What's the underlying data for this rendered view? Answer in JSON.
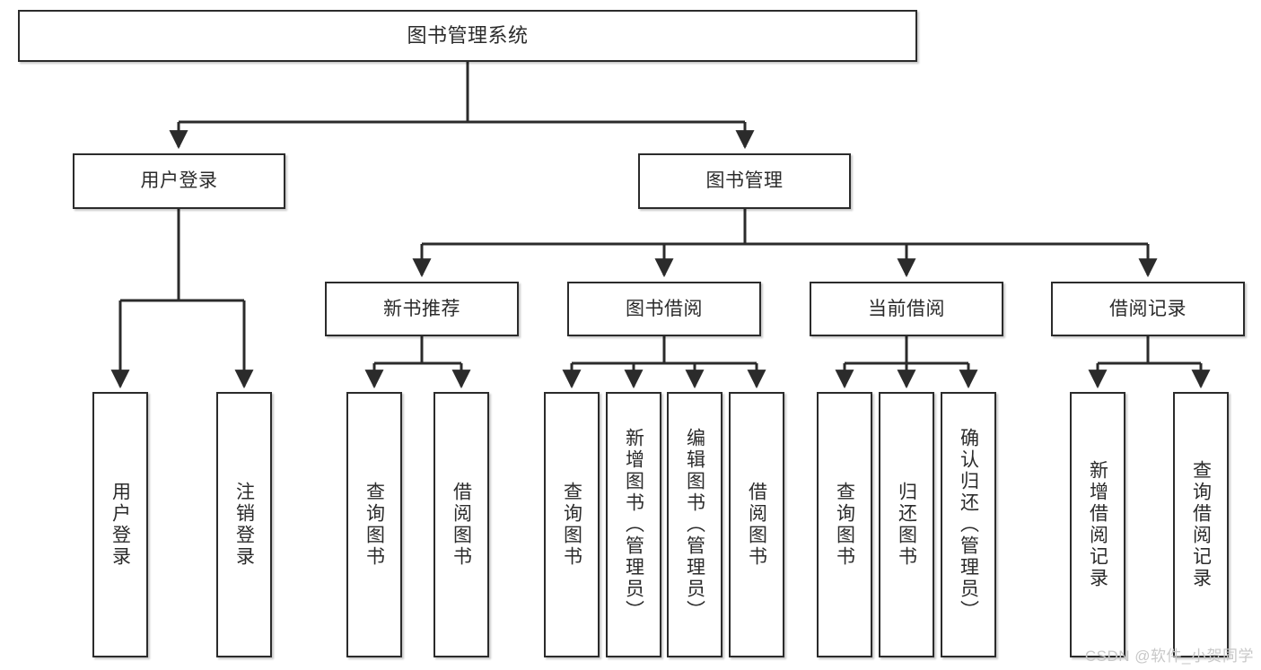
{
  "diagram": {
    "type": "tree-hierarchy",
    "title": "图书管理系统",
    "watermark": "CSDN @软件_小贺同学",
    "colors": {
      "box_border": "#2b2b2b",
      "box_fill": "#ffffff",
      "edge": "#2b2b2b",
      "text": "#2b2b2b",
      "watermark": "#c8c8c8",
      "background": "#ffffff"
    },
    "nodes": {
      "root": {
        "label": "图书管理系统",
        "level": 1,
        "orientation": "horizontal"
      },
      "user_login": {
        "label": "用户登录",
        "level": 2,
        "orientation": "horizontal"
      },
      "book_manage": {
        "label": "图书管理",
        "level": 2,
        "orientation": "horizontal"
      },
      "new_book_rec": {
        "label": "新书推荐",
        "level": 3,
        "orientation": "horizontal"
      },
      "book_borrow": {
        "label": "图书借阅",
        "level": 3,
        "orientation": "horizontal"
      },
      "current_borrow": {
        "label": "当前借阅",
        "level": 3,
        "orientation": "horizontal"
      },
      "borrow_record": {
        "label": "借阅记录",
        "level": 3,
        "orientation": "horizontal"
      },
      "leaf_user_login": {
        "label": "用户登录",
        "level": 4,
        "orientation": "vertical"
      },
      "leaf_logout": {
        "label": "注销登录",
        "level": 4,
        "orientation": "vertical"
      },
      "leaf_query_book_a": {
        "label": "查询图书",
        "level": 4,
        "orientation": "vertical"
      },
      "leaf_borrow_book_a": {
        "label": "借阅图书",
        "level": 4,
        "orientation": "vertical"
      },
      "leaf_query_book_b": {
        "label": "查询图书",
        "level": 4,
        "orientation": "vertical"
      },
      "leaf_add_book": {
        "label": "新增图书（管理员）",
        "level": 4,
        "orientation": "vertical"
      },
      "leaf_edit_book": {
        "label": "编辑图书（管理员）",
        "level": 4,
        "orientation": "vertical"
      },
      "leaf_borrow_book_b": {
        "label": "借阅图书",
        "level": 4,
        "orientation": "vertical"
      },
      "leaf_query_book_c": {
        "label": "查询图书",
        "level": 4,
        "orientation": "vertical"
      },
      "leaf_return_book": {
        "label": "归还图书",
        "level": 4,
        "orientation": "vertical"
      },
      "leaf_confirm_return": {
        "label": "确认归还（管理员）",
        "level": 4,
        "orientation": "vertical"
      },
      "leaf_add_record": {
        "label": "新增借阅记录",
        "level": 4,
        "orientation": "vertical"
      },
      "leaf_query_record": {
        "label": "查询借阅记录",
        "level": 4,
        "orientation": "vertical"
      }
    },
    "edges": [
      {
        "from": "root",
        "to": "user_login"
      },
      {
        "from": "root",
        "to": "book_manage"
      },
      {
        "from": "user_login",
        "to": "leaf_user_login"
      },
      {
        "from": "user_login",
        "to": "leaf_logout"
      },
      {
        "from": "book_manage",
        "to": "new_book_rec"
      },
      {
        "from": "book_manage",
        "to": "book_borrow"
      },
      {
        "from": "book_manage",
        "to": "current_borrow"
      },
      {
        "from": "book_manage",
        "to": "borrow_record"
      },
      {
        "from": "new_book_rec",
        "to": "leaf_query_book_a"
      },
      {
        "from": "new_book_rec",
        "to": "leaf_borrow_book_a"
      },
      {
        "from": "book_borrow",
        "to": "leaf_query_book_b"
      },
      {
        "from": "book_borrow",
        "to": "leaf_add_book"
      },
      {
        "from": "book_borrow",
        "to": "leaf_edit_book"
      },
      {
        "from": "book_borrow",
        "to": "leaf_borrow_book_b"
      },
      {
        "from": "current_borrow",
        "to": "leaf_query_book_c"
      },
      {
        "from": "current_borrow",
        "to": "leaf_return_book"
      },
      {
        "from": "current_borrow",
        "to": "leaf_confirm_return"
      },
      {
        "from": "borrow_record",
        "to": "leaf_add_record"
      },
      {
        "from": "borrow_record",
        "to": "leaf_query_record"
      }
    ]
  }
}
